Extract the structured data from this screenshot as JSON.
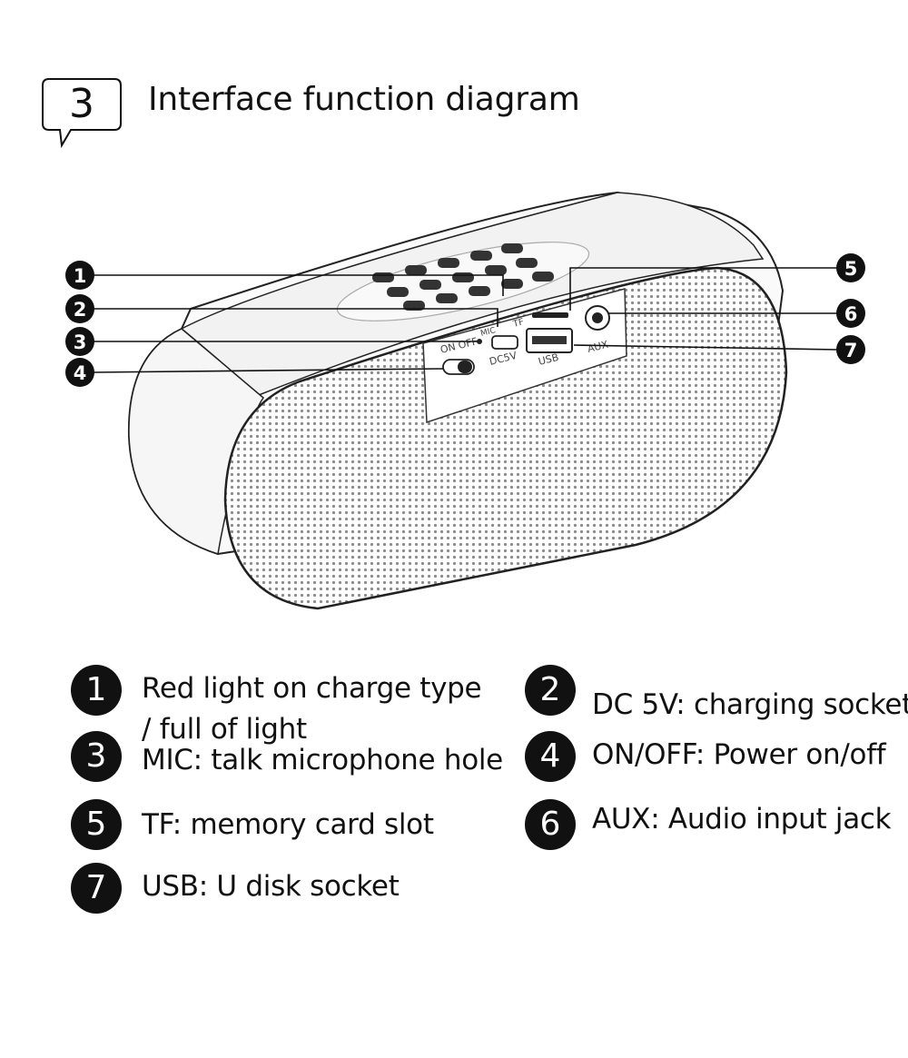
{
  "header": {
    "step_number": "3",
    "title": "Interface function diagram"
  },
  "device": {
    "panel_labels": {
      "on_off": "ON  OFF",
      "mic": "MIC",
      "tf": "TF",
      "dc5v": "DC5V",
      "usb": "USB",
      "aux": "AUX"
    },
    "callouts": [
      "1",
      "2",
      "3",
      "4",
      "5",
      "6",
      "7"
    ]
  },
  "legend": {
    "items": [
      {
        "number": "1",
        "line1": "Red light on charge type",
        "line2": " / full of light"
      },
      {
        "number": "2",
        "line1": "DC 5V: charging socket"
      },
      {
        "number": "3",
        "line1": "MIC: talk microphone hole"
      },
      {
        "number": "4",
        "line1": "ON/OFF: Power on/off"
      },
      {
        "number": "5",
        "line1": "TF: memory card slot"
      },
      {
        "number": "6",
        "line1": "AUX: Audio input jack"
      },
      {
        "number": "7",
        "line1": "USB: U disk socket"
      }
    ]
  },
  "colors": {
    "ink": "#111111",
    "mesh": "#9a9a9a",
    "background": "#ffffff"
  }
}
